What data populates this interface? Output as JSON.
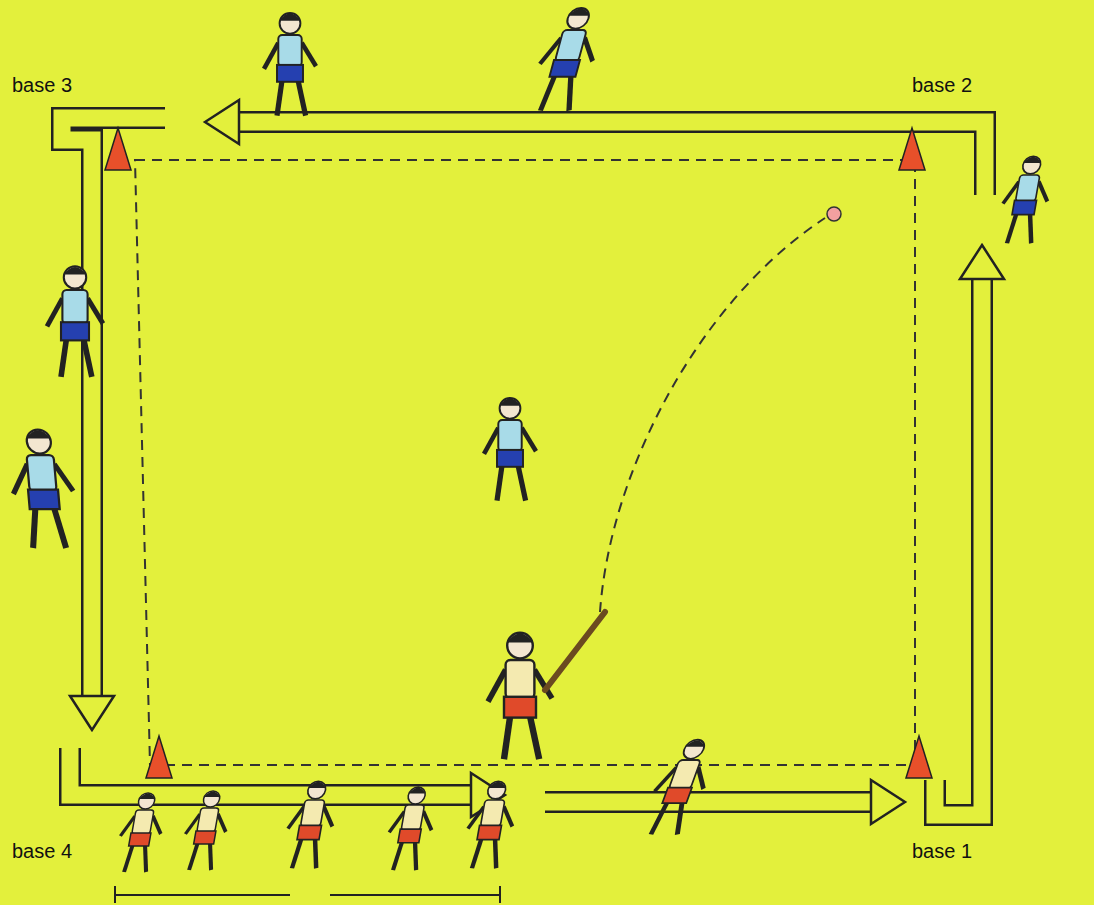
{
  "diagram": {
    "labels": [
      "base 3",
      "base 2",
      "base 4",
      "base 1"
    ]
  }
}
